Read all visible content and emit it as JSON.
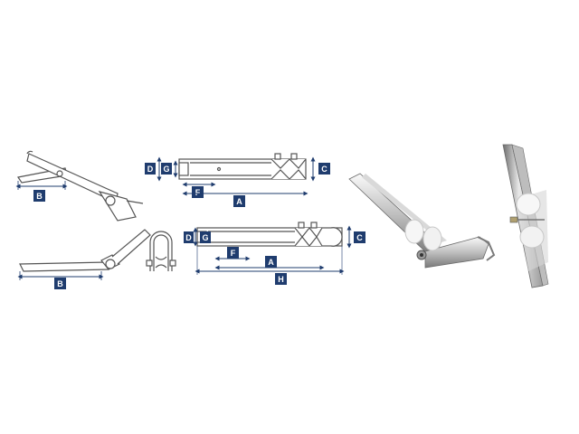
{
  "labels": {
    "A": "A",
    "B": "B",
    "C": "C",
    "D": "D",
    "F": "F",
    "G": "G",
    "H": "H"
  },
  "colors": {
    "badge": "#1f3c6e",
    "badge_text": "#ffffff",
    "line": "#555555",
    "dimension": "#1f3c6e",
    "steel_light": "#e8e8e8",
    "steel_dark": "#8c8c8c",
    "roller": "#f4f4f4"
  }
}
